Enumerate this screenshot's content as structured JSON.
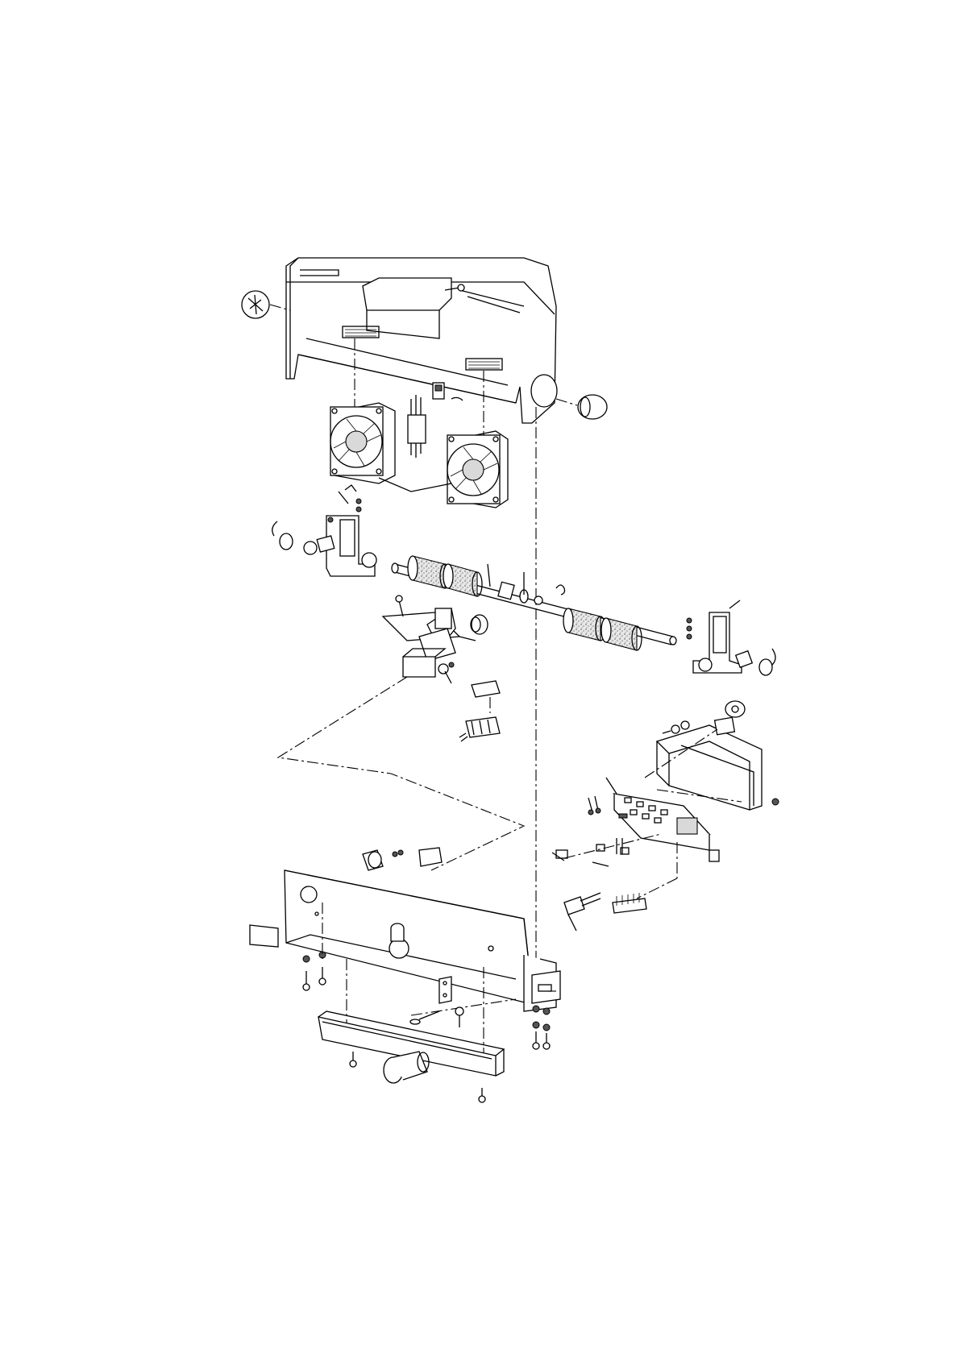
{
  "page": {
    "background": "#ffffff",
    "line_color": "#000000"
  },
  "assemblies": [
    {
      "id": "top-cover-assembly"
    },
    {
      "id": "cooling-fan-pair"
    },
    {
      "id": "roller-shaft-assembly"
    },
    {
      "id": "solenoid-bracket-assembly"
    },
    {
      "id": "control-board-housing"
    },
    {
      "id": "base-frame-panel"
    },
    {
      "id": "bottom-tray"
    }
  ]
}
